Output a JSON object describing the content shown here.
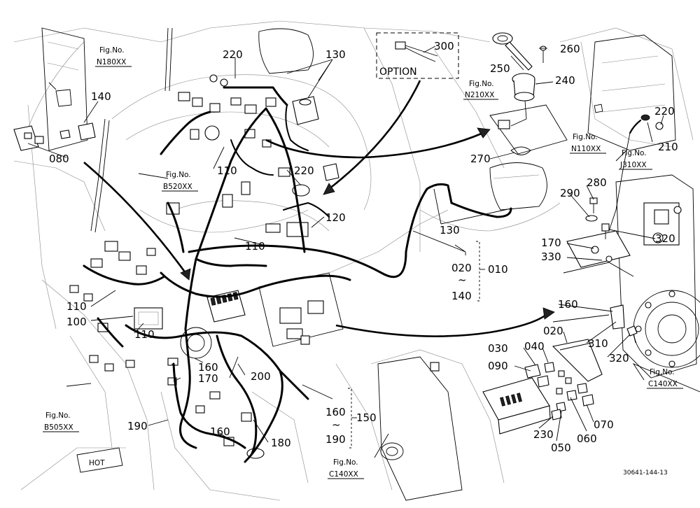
{
  "labels": {
    "p220a": "220",
    "p130a": "130",
    "p300": "300",
    "p260": "260",
    "p250": "250",
    "p240": "240",
    "p140": "140",
    "p080": "080",
    "p110a": "110",
    "p220b": "220",
    "p120": "120",
    "p270": "270",
    "p220c": "220",
    "p210": "210",
    "p280": "280",
    "p290": "290",
    "p320a": "320",
    "p130b": "130",
    "p170a": "170",
    "p330": "330",
    "p110b": "110",
    "p020a": "020",
    "p010": "010",
    "p140b": "140",
    "p110c": "110",
    "p100": "100",
    "p110d": "110",
    "p160a": "160",
    "p020b": "020",
    "p030": "030",
    "p040": "040",
    "p090": "090",
    "p310": "310",
    "p320b": "320",
    "p160b": "160",
    "p170b": "170",
    "p200": "200",
    "p160c": "160",
    "p150": "150",
    "p190a": "190",
    "p190b": "190",
    "p160d": "160",
    "p180": "180",
    "p230": "230",
    "p050": "050",
    "p060": "060",
    "p070": "070"
  },
  "range_marks": {
    "range1": "~",
    "range2": "~"
  },
  "option_label": "OPTION",
  "figure_refs": {
    "n180_title": "Fig.No.",
    "n180_code": "N180XX",
    "n210_title": "Fig.No.",
    "n210_code": "N210XX",
    "n110_title": "Fig.No.",
    "n110_code": "N110XX",
    "j310_title": "Fig.No.",
    "j310_code": "J310XX",
    "b520_title": "Fig.No.",
    "b520_code": "B520XX",
    "b505_title": "Fig.No.",
    "b505_code": "B505XX",
    "c140a_title": "Fig.No.",
    "c140a_code": "C140XX",
    "c140b_title": "Fig.No.",
    "c140b_code": "C140XX"
  },
  "sticker_text": "HOT",
  "document_number": "30641-144-13"
}
